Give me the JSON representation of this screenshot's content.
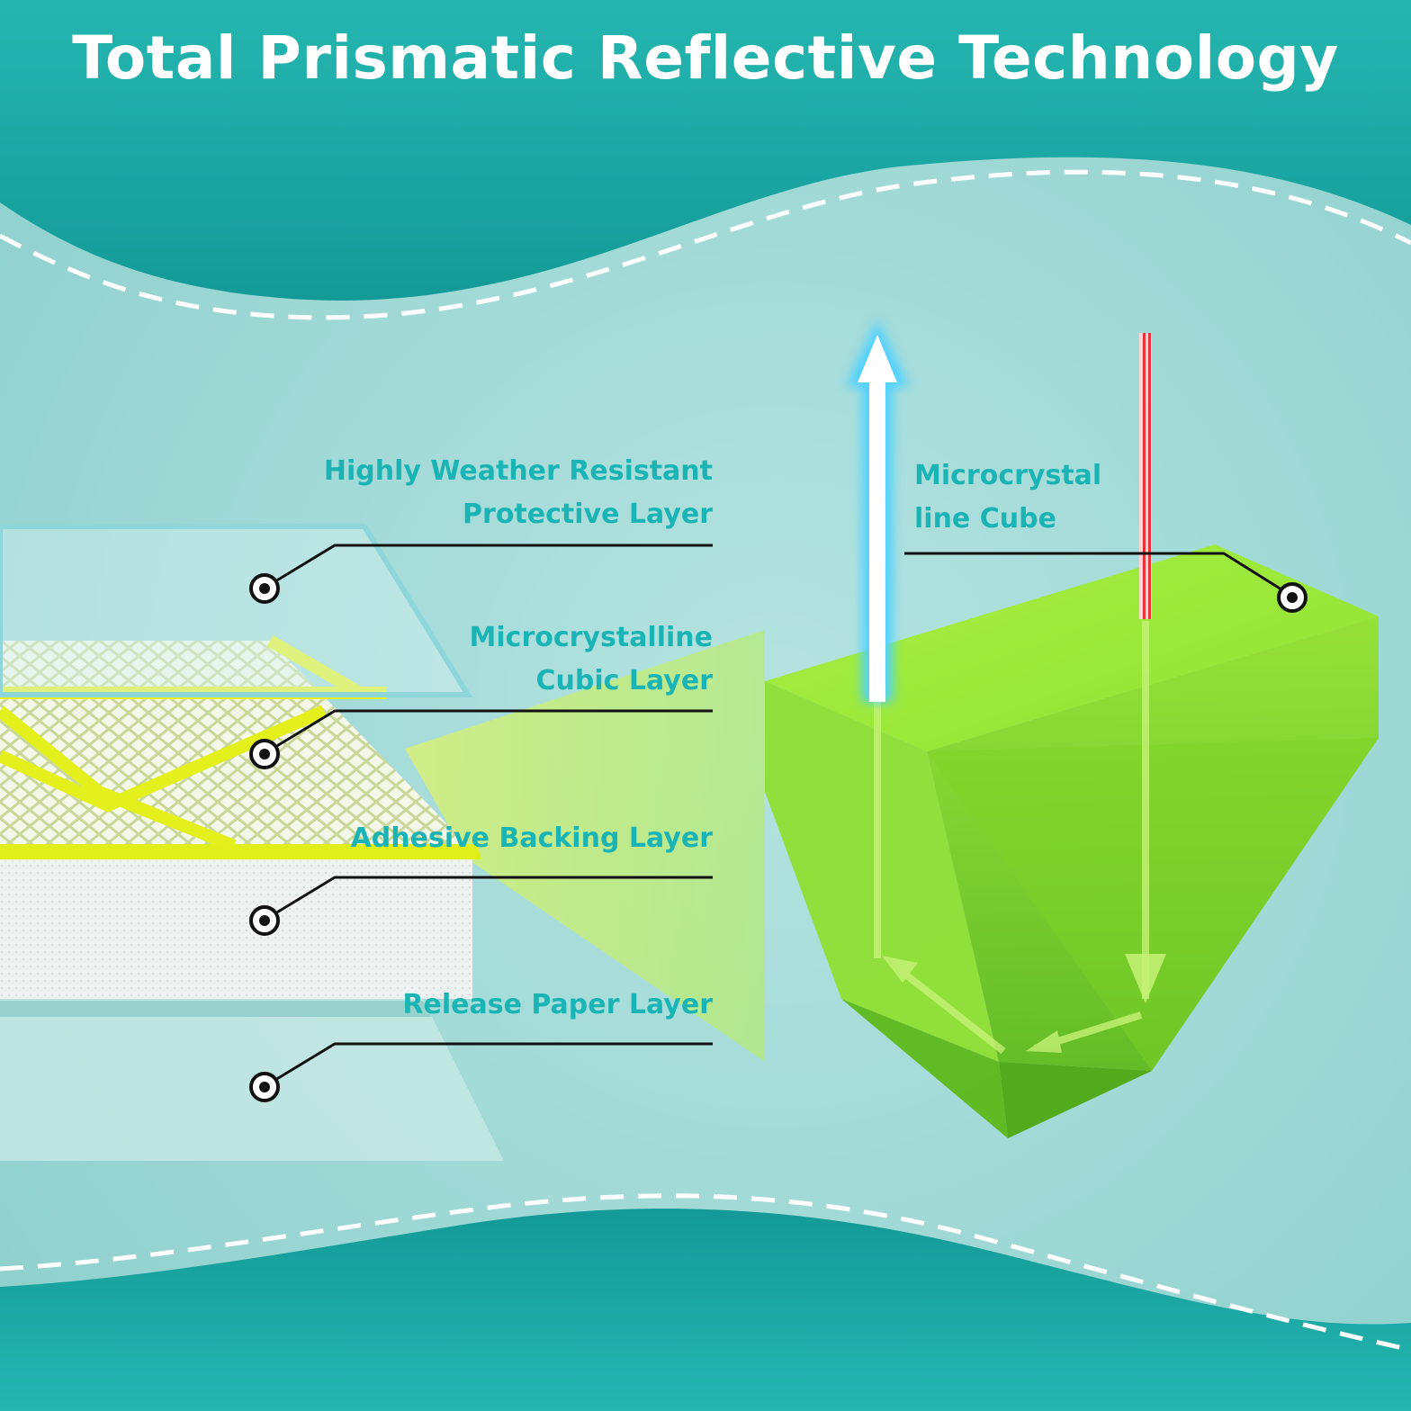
{
  "title": "Total Prismatic Reflective Technology",
  "layers": [
    {
      "line1": "Highly Weather Resistant",
      "line2": "Protective Layer"
    },
    {
      "line1": "Microcrystalline",
      "line2": "Cubic Layer"
    },
    {
      "line1": "Adhesive Backing Layer"
    },
    {
      "line1": "Release Paper Layer"
    }
  ],
  "cube_label": {
    "line1": "Microcrystal",
    "line2": "line Cube"
  },
  "colors": {
    "teal_band": "#1fa8a3",
    "background": "#9fd8d6",
    "label_text": "#1bb4b4",
    "cube_green": "#8fe02a",
    "reflected_ray": "#4fd2ff",
    "incident_ray": "#e8343a"
  }
}
